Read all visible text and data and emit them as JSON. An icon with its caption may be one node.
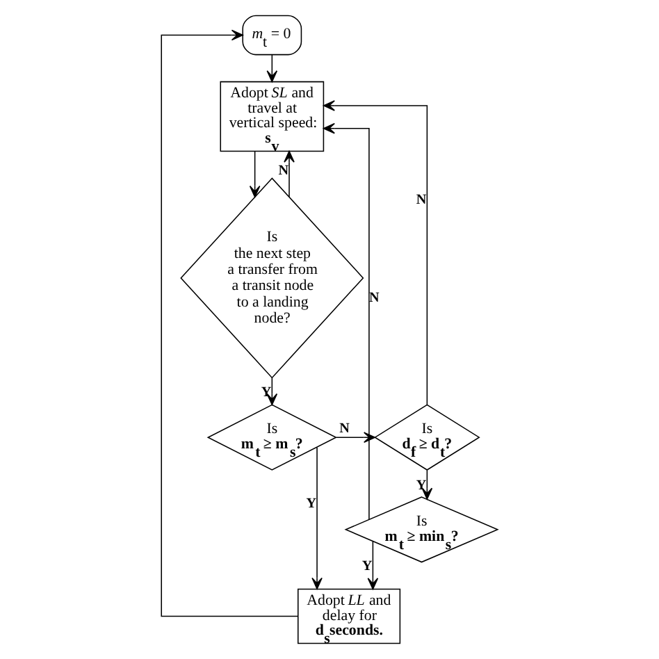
{
  "diagram": {
    "nodes": [
      {
        "text": [
          "*m*$_{t}$ = 0"
        ]
      },
      {
        "text": [
          "Adopt *SL* and travel at vertical speed: **s$_{v}$**"
        ]
      },
      {
        "text": [
          "Is the next step a transfer from a transit node to a landing node?"
        ]
      },
      {
        "text": [
          "Is **m$_{t}$ ≥ m$_{s}$?**"
        ]
      },
      {
        "text": [
          "Is **d$_{f}$ ≥ d$_{t}$?**"
        ]
      },
      {
        "text": [
          "Is **m$_{t}$ ≥ min$_{s}$?**"
        ]
      },
      {
        "text": [
          "Adopt *LL* and delay for **d$_{s}$seconds.**"
        ]
      }
    ],
    "edges": [
      {
        "from": 0,
        "to": 1,
        "arrow": "to"
      },
      {
        "from": 1,
        "to": 2,
        "arrow": "to"
      },
      {
        "from": 2,
        "to": 3,
        "arrow": "to",
        "label": "Y"
      },
      {
        "from": 2,
        "to": 1,
        "arrow": "to",
        "label": "N"
      },
      {
        "from": 3,
        "to": 4,
        "arrow": "to",
        "label": "N"
      },
      {
        "from": 3,
        "to": 6,
        "arrow": "to",
        "label": "Y"
      },
      {
        "from": 4,
        "to": 5,
        "arrow": "to",
        "label": "Y"
      },
      {
        "from": 4,
        "to": 1,
        "arrow": "to",
        "label": "N"
      },
      {
        "from": 5,
        "to": 6,
        "arrow": "to",
        "label": "Y"
      },
      {
        "from": 5,
        "to": 1,
        "arrow": "to",
        "label": "N"
      },
      {
        "from": 6,
        "to": 0,
        "arrow": "to"
      }
    ]
  }
}
